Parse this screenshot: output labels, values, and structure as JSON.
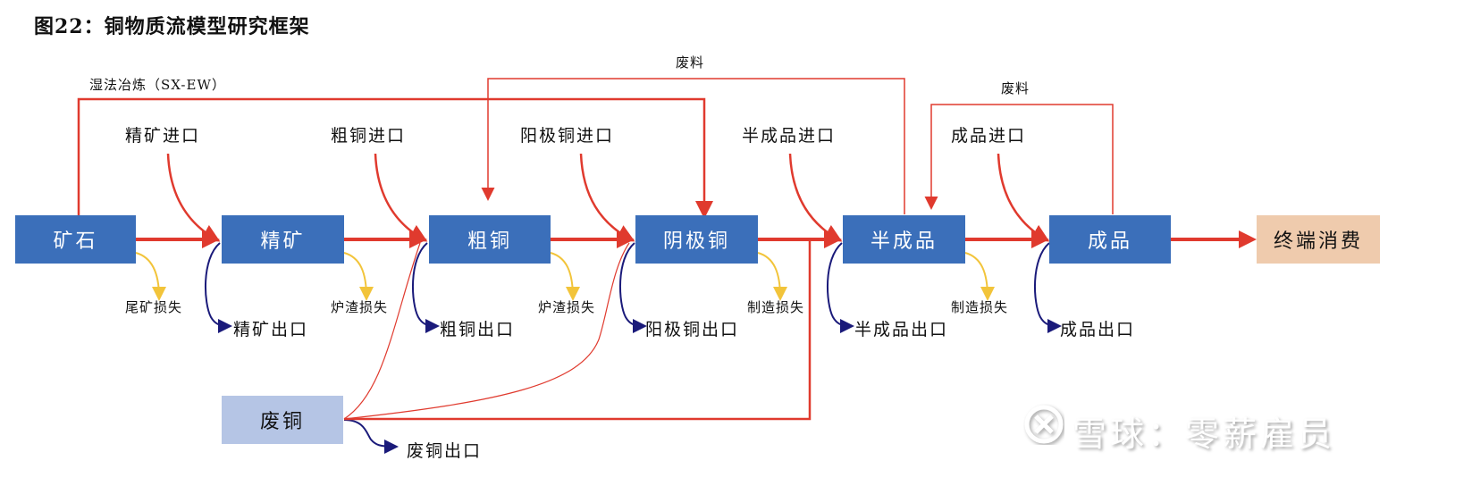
{
  "title": "图22：铜物质流模型研究框架",
  "colors": {
    "node_blue": "#3b6fba",
    "scrap_node": "#b5c5e5",
    "end_node": "#efcbad",
    "main_flow": "#e03a2e",
    "loss_arrow": "#f2c43a",
    "export_arrow": "#1a1a7a"
  },
  "nodes": {
    "ore": "矿石",
    "concentrate": "精矿",
    "blister": "粗铜",
    "cathode": "阴极铜",
    "semi": "半成品",
    "finished": "成品",
    "consumption": "终端消费",
    "scrap": "废铜"
  },
  "imports": {
    "concentrate": "精矿进口",
    "blister": "粗铜进口",
    "anode": "阳极铜进口",
    "semi": "半成品进口",
    "finished": "成品进口"
  },
  "exports": {
    "concentrate": "精矿出口",
    "blister": "粗铜出口",
    "anode": "阳极铜出口",
    "semi": "半成品出口",
    "finished": "成品出口",
    "scrap": "废铜出口"
  },
  "losses": {
    "tailings": "尾矿损失",
    "slag1": "炉渣损失",
    "slag2": "炉渣损失",
    "mfg1": "制造损失",
    "mfg2": "制造损失"
  },
  "routes": {
    "sxew": "湿法冶炼（SX-EW）",
    "waste1": "废料",
    "waste2": "废料"
  },
  "watermark": "雪球：零薪雇员"
}
